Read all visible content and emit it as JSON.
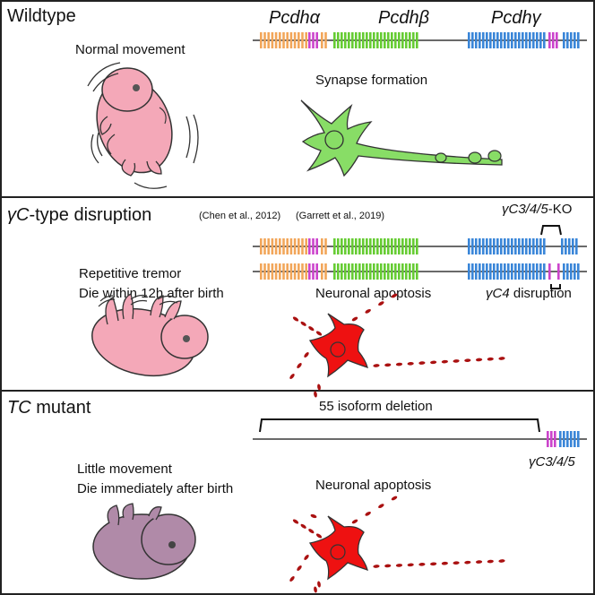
{
  "panels": [
    {
      "title": "Wildtype",
      "title_suffix": "",
      "citations": [],
      "phenotype": [
        "Normal movement"
      ],
      "cellular": "Synapse formation",
      "gene_labels": [
        "Pcdhα",
        "Pcdhβ",
        "Pcdhγ"
      ]
    },
    {
      "title": "γC",
      "title_suffix": "-type disruption",
      "citations": [
        "(Chen et al., 2012)",
        "(Garrett et al., 2019)"
      ],
      "phenotype": [
        "Repetitive tremor",
        "Die within 12h after birth"
      ],
      "cellular": "Neuronal apoptosis",
      "allele_labels": {
        "ko": "γC3/4/5",
        "ko_suffix": "-KO",
        "disruption": "γC4",
        "disruption_suffix": " disruption"
      }
    },
    {
      "title": "TC",
      "title_suffix": " mutant",
      "citations": [],
      "phenotype": [
        "Little movement",
        "Die immediately after birth"
      ],
      "cellular": "Neuronal apoptosis",
      "deletion_label": "55 isoform deletion",
      "remaining_label": "γC3/4/5"
    }
  ],
  "colors": {
    "alpha": "#f2a65a",
    "beta": "#66cc33",
    "gamma": "#3a86d8",
    "c_type": "#cc44cc",
    "neuron_healthy": "#88dd66",
    "neuron_apoptotic": "#ee1111",
    "fragment": "#aa1111",
    "pup_pink": "#f4a8b8",
    "pup_purple": "#b08aa8",
    "border": "#222222"
  },
  "icons": [
    "pup-icon",
    "neuron-icon",
    "apoptotic-neuron-icon"
  ]
}
